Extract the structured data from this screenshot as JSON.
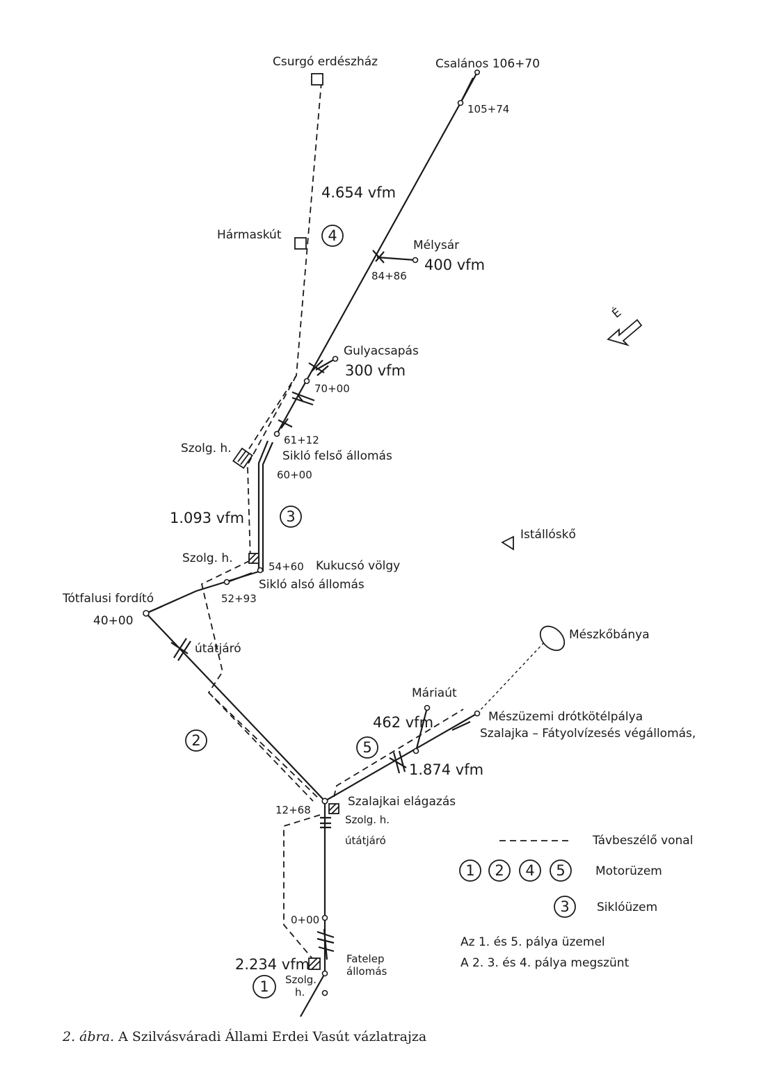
{
  "labels": {
    "csurgo": "Csurgó erdészház",
    "csalanos": "Csalános 106+70",
    "km10574": "105+74",
    "track4_vol": "4.654 vfm",
    "harmaskut": "Hármaskút",
    "melysar": "Mélysár",
    "melysar_vol": "400 vfm",
    "km8486": "84+86",
    "gulyacsapas": "Gulyacsapás",
    "gulya_vol": "300 vfm",
    "km7000": "70+00",
    "km6112": "61+12",
    "szolgh_upper": "Szolg. h.",
    "siklo_felso": "Sikló felső állomás",
    "km6000": "60+00",
    "track3_vol": "1.093 vfm",
    "istalloskő": "Istállóskő",
    "szolgh_mid": "Szolg. h.",
    "km5460": "54+60",
    "kukucso": "Kukucsó völgy",
    "siklo_also": "Sikló alsó állomás",
    "km5293": "52+93",
    "totfalusi": "Tótfalusi fordító",
    "km4000": "40+00",
    "utatjaro1": "útátjáró",
    "meszkobanya": "Mészkőbánya",
    "mariaut": "Máriaút",
    "mariaut_vol": "462 vfm",
    "meszuzemi": "Mészüzemi drótkötélpálya",
    "szalajka_fatyol": "Szalajka – Fátyolvízesés végállomás,",
    "track5_vol": "1.874 vfm",
    "szalajkai_elagazas": "Szalajkai elágazás",
    "km1268": "12+68",
    "szolgh_szal": "Szolg. h.",
    "utatjaro2": "útátjáró",
    "km000": "0+00",
    "track1_vol": "2.234 vfm",
    "fatelep": "Fatelep",
    "allomas": "állomás",
    "szolg_low": "Szolg.",
    "h_low": "h.",
    "north": "É"
  },
  "track_numbers": {
    "t1": "1",
    "t2": "2",
    "t3": "3",
    "t4": "4",
    "t5": "5"
  },
  "legend": {
    "telephone_line": "Távbeszélő vonal",
    "motor_numbers": [
      "1",
      "2",
      "4",
      "5"
    ],
    "motor": "Motorüzem",
    "incline_number": "3",
    "incline": "Siklóüzem",
    "note1": "Az 1. és 5. pálya üzemel",
    "note2": "A 2. 3. és 4. pálya megszünt"
  },
  "caption": {
    "figure": "2. ábra.",
    "text": "A Szilvásváradi Állami Erdei Vasút vázlatrajza"
  }
}
